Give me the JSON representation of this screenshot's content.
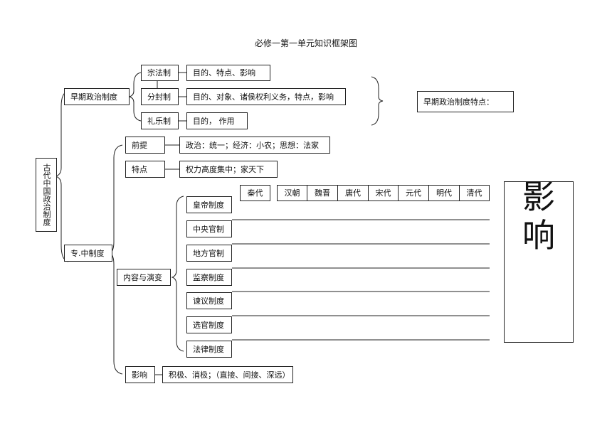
{
  "title": "必修一第一单元知识框架图",
  "root": "古代中国政治制度",
  "early": {
    "label": "早期政治制度",
    "items": [
      {
        "name": "宗法制",
        "detail": "目的、特点、影响"
      },
      {
        "name": "分封制",
        "detail": "目的、对象、诸侯权利义务，特点，影响"
      },
      {
        "name": "礼乐制",
        "detail": "目的，  作用"
      }
    ],
    "summary": "早期政治制度特点："
  },
  "autocracy": {
    "label": "专.中制度",
    "premise": {
      "label": "前提",
      "detail": "政治：统一；经济：小农；思想：法家"
    },
    "feature": {
      "label": "特点",
      "detail": "权力高度集中；家天下"
    },
    "content": {
      "label": "内容与演变",
      "dynasties": [
        "秦代",
        "汉朝",
        "魏晋",
        "唐代",
        "宋代",
        "元代",
        "明代",
        "清代"
      ],
      "systems": [
        "皇帝制度",
        "中央官制",
        "地方官制",
        "监察制度",
        "谏议制度",
        "选官制度",
        "法律制度"
      ]
    },
    "impact": {
      "label": "影响",
      "detail": "积极、消极；（直接、间接、深远）"
    }
  },
  "influence_big": [
    "影",
    "响"
  ]
}
